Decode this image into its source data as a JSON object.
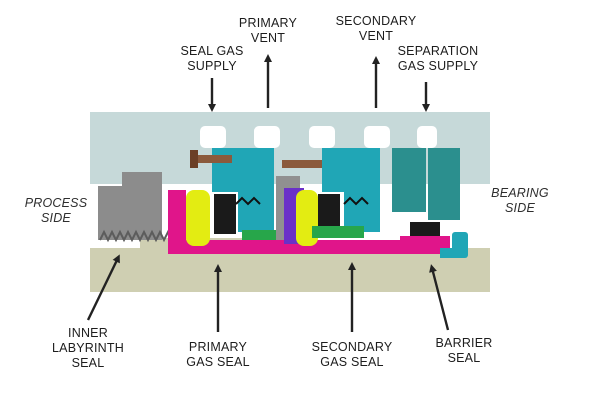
{
  "labels": {
    "seal_gas_supply": [
      "SEAL GAS",
      "SUPPLY"
    ],
    "primary_vent": [
      "PRIMARY",
      "VENT"
    ],
    "secondary_vent": [
      "SECONDARY",
      "VENT"
    ],
    "separation_gas_supply": [
      "SEPARATION",
      "GAS SUPPLY"
    ],
    "process_side": [
      "PROCESS",
      "SIDE"
    ],
    "bearing_side": [
      "BEARING",
      "SIDE"
    ],
    "inner_labyrinth_seal": [
      "INNER",
      "LABYRINTH",
      "SEAL"
    ],
    "primary_gas_seal": [
      "PRIMARY",
      "GAS SEAL"
    ],
    "secondary_gas_seal": [
      "SECONDARY",
      "GAS SEAL"
    ],
    "barrier_seal": [
      "BARRIER",
      "SEAL"
    ]
  },
  "colors": {
    "housing": "#c6d9d9",
    "shaft": "#cfcfb2",
    "labyrinth": "#8c8c8c",
    "retainer": "#20a6b6",
    "sleeve": "#e0158a",
    "primary_ring": "#e3ec12",
    "rotating_face": "#6a30c8",
    "secondary_carrier": "#27a64a",
    "separation_housing": "#2b8f8e",
    "spring_bolt": "#8b5a3c",
    "arrow": "#222222"
  }
}
